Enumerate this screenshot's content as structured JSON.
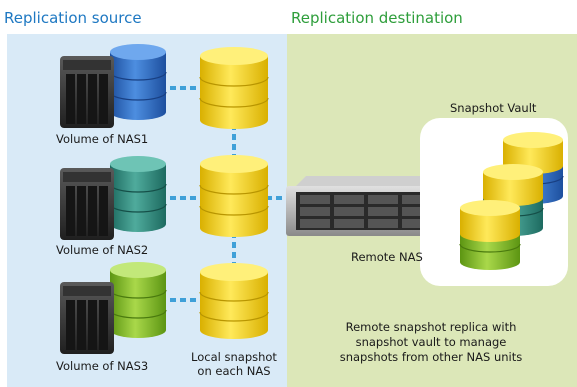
{
  "headers": {
    "source": "Replication source",
    "destination": "Replication destination"
  },
  "labels": {
    "nas1": "Volume of NAS1",
    "nas2": "Volume of NAS2",
    "nas3": "Volume of NAS3",
    "local_snapshot_line1": "Local snapshot",
    "local_snapshot_line2": "on each NAS",
    "remote_nas": "Remote NAS",
    "snapshot_vault": "Snapshot Vault",
    "remote_replica_line1": "Remote snapshot replica with",
    "remote_replica_line2": "snapshot vault to manage",
    "remote_replica_line3": "snapshots from other NAS units"
  },
  "colors": {
    "source_bg": "#d9eaf7",
    "destination_bg": "#dce7b8",
    "source_header": "#1e78c2",
    "destination_header": "#2e9e3b",
    "db_blue": "#2f6fc8",
    "db_teal": "#2a8a7e",
    "db_green": "#7fba1e",
    "db_yellow": "#f4d20a",
    "connector": "#3fa0d8"
  }
}
